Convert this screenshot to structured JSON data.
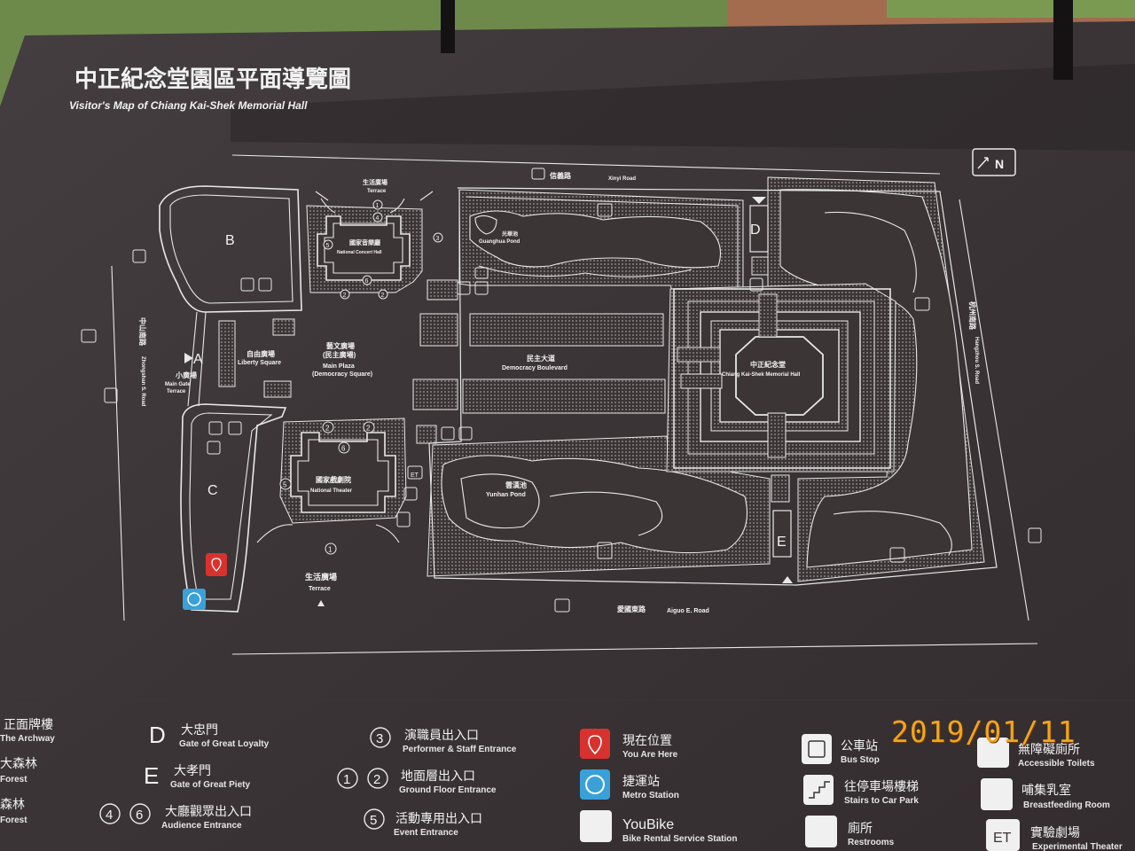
{
  "header": {
    "title_zh": "中正紀念堂園區平面導覽圖",
    "title_en": "Visitor's Map of Chiang Kai-Shek Memorial Hall",
    "north_label": "N"
  },
  "streets": {
    "xinyi": {
      "zh": "信義路",
      "en": "Xinyi Road"
    },
    "aiguo": {
      "zh": "愛國東路",
      "en": "Aiguo E. Road"
    },
    "zhongshan": {
      "zh": "中山南路",
      "en": "Zhongshan S. Road"
    },
    "hangzhou": {
      "zh": "杭州南路",
      "en": "Hangzhou S. Road"
    }
  },
  "places": {
    "concert_hall": {
      "zh": "國家音樂廳",
      "en": "National Concert Hall"
    },
    "theater": {
      "zh": "國家戲劇院",
      "en": "National Theater"
    },
    "memorial": {
      "zh": "中正紀念堂",
      "en": "Chiang Kai-Shek Memorial Hall"
    },
    "guanghua": {
      "zh": "光華池",
      "en": "Guanghua Pond"
    },
    "yunhan": {
      "zh": "雲漢池",
      "en": "Yunhan Pond"
    },
    "liberty": {
      "zh": "自由廣場",
      "en": "Liberty Square"
    },
    "main_plaza": {
      "zh1": "藝文廣場",
      "zh2": "(民主廣場)",
      "en1": "Main Plaza",
      "en2": "(Democracy Square)"
    },
    "boulevard": {
      "zh": "民主大道",
      "en": "Democracy Boulevard"
    },
    "terrace_top": {
      "zh": "生活廣場",
      "en": "Terrace"
    },
    "terrace_bottom": {
      "zh": "生活廣場",
      "en": "Terrace"
    },
    "main_gate": {
      "zh": "小廣場",
      "en1": "Main Gate",
      "en2": "Terrace"
    }
  },
  "zones": {
    "A": "A",
    "B": "B",
    "C": "C",
    "D": "D",
    "E": "E"
  },
  "facility_codes": {
    "et": "ET"
  },
  "legend": [
    {
      "key": "archway",
      "title": "正面牌樓",
      "sub": "The Archway"
    },
    {
      "key": "forest1",
      "title": "大森林",
      "sub": "Forest"
    },
    {
      "key": "forest2",
      "title": "森林",
      "sub": "Forest"
    },
    {
      "key": "gate_loyalty",
      "symbol": "D",
      "title": "大忠門",
      "sub": "Gate of Great Loyalty"
    },
    {
      "key": "gate_piety",
      "symbol": "E",
      "title": "大孝門",
      "sub": "Gate of Great Piety"
    },
    {
      "key": "audience",
      "symbol": "4 6",
      "title": "大廳觀眾出入口",
      "sub": "Audience Entrance"
    },
    {
      "key": "performer",
      "symbol": "3",
      "title": "演職員出入口",
      "sub": "Performer & Staff Entrance"
    },
    {
      "key": "ground",
      "symbol": "1 2",
      "title": "地面層出入口",
      "sub": "Ground Floor Entrance"
    },
    {
      "key": "event",
      "symbol": "5",
      "title": "活動專用出入口",
      "sub": "Event Entrance"
    },
    {
      "key": "you_are_here",
      "title": "現在位置",
      "sub": "You Are Here"
    },
    {
      "key": "metro",
      "title": "捷運站",
      "sub": "Metro Station"
    },
    {
      "key": "youbike",
      "title": "YouBike",
      "sub": "Bike Rental Service Station"
    },
    {
      "key": "bus",
      "title": "公車站",
      "sub": "Bus Stop"
    },
    {
      "key": "stairs",
      "title": "往停車場樓梯",
      "sub": "Stairs to Car Park"
    },
    {
      "key": "restrooms",
      "title": "廁所",
      "sub": "Restrooms"
    },
    {
      "key": "accessible",
      "title": "無障礙廁所",
      "sub": "Accessible Toilets"
    },
    {
      "key": "breastfeeding",
      "title": "哺集乳室",
      "sub": "Breastfeeding Room"
    },
    {
      "key": "theater_et",
      "symbol": "ET",
      "title": "實驗劇場",
      "sub": "Experimental Theater"
    }
  ],
  "photo_date": "2019/01/11",
  "colors": {
    "board": "#3b3536",
    "line": "#e8e8e8",
    "here": "#d8322e",
    "metro": "#3aa0d8",
    "date_stamp": "#f3a51c"
  }
}
